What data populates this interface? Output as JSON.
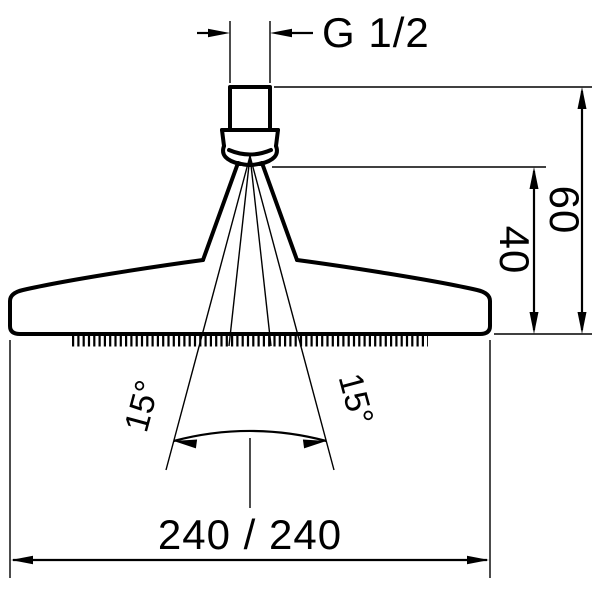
{
  "labels": {
    "thread": "G 1/2",
    "total_height": "60",
    "head_height": "40",
    "spray_angle_left": "15°",
    "spray_angle_right": "15°",
    "head_width": "240 / 240"
  }
}
